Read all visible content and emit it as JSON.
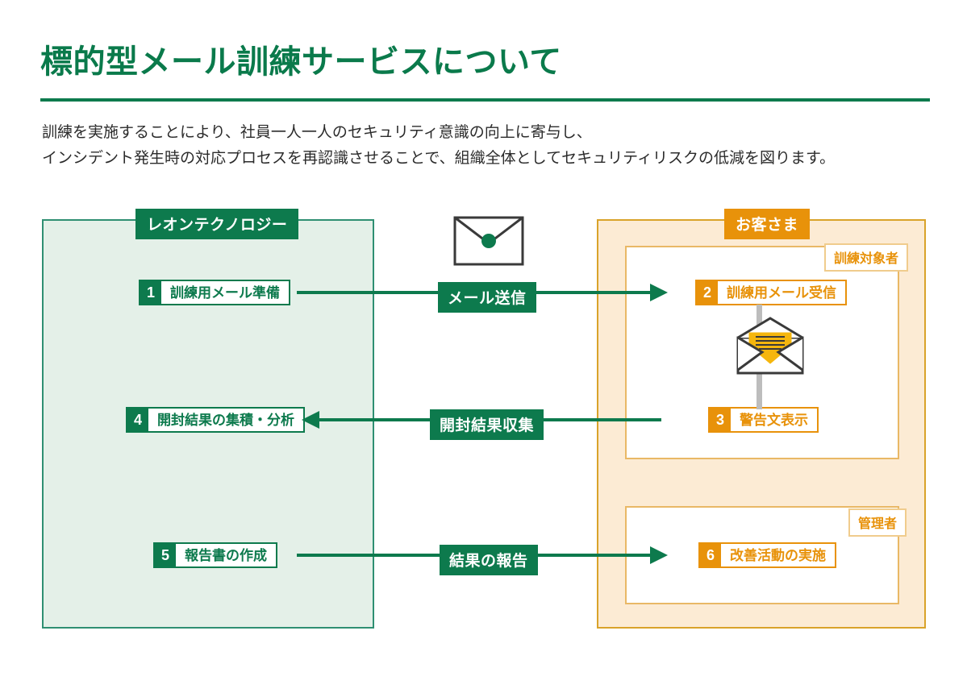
{
  "header": {
    "title": "標的型メール訓練サービスについて",
    "lede_line_1": "訓練を実施することにより、社員一人一人のセキュリティ意識の向上に寄与し、",
    "lede_line_2": "インシデント発生時の対応プロセスを再認識させることで、組織全体としてセキュリティリスクの低減を図ります。"
  },
  "colors": {
    "brand_green": "#0d7a4d",
    "brand_green_light": "#e4f0e8",
    "brand_green_border": "#2f8f72",
    "brand_orange": "#e8920a",
    "brand_orange_light": "#fcebd4",
    "brand_orange_border": "#d9a32a",
    "connector_grey": "#bdbdbd",
    "title_text": "#0a7a4b",
    "body_text": "#2b2b2b"
  },
  "diagram": {
    "provider_panel": {
      "label": "レオンテクノロジー",
      "steps": [
        {
          "number": "1",
          "label": "訓練用メール準備"
        },
        {
          "number": "4",
          "label": "開封結果の集積・分析"
        },
        {
          "number": "5",
          "label": "報告書の作成"
        }
      ]
    },
    "customer_panel": {
      "label": "お客さま",
      "trainee_box": {
        "label": "訓練対象者",
        "steps": [
          {
            "number": "2",
            "label": "訓練用メール受信"
          },
          {
            "number": "3",
            "label": "警告文表示"
          }
        ]
      },
      "admin_box": {
        "label": "管理者",
        "steps": [
          {
            "number": "6",
            "label": "改善活動の実施"
          }
        ]
      }
    },
    "flows": [
      {
        "label": "メール送信",
        "direction": "right"
      },
      {
        "label": "開封結果収集",
        "direction": "left"
      },
      {
        "label": "結果の報告",
        "direction": "right"
      }
    ],
    "icons": [
      {
        "name": "sealed-envelope-icon"
      },
      {
        "name": "open-envelope-warning-icon"
      }
    ]
  }
}
